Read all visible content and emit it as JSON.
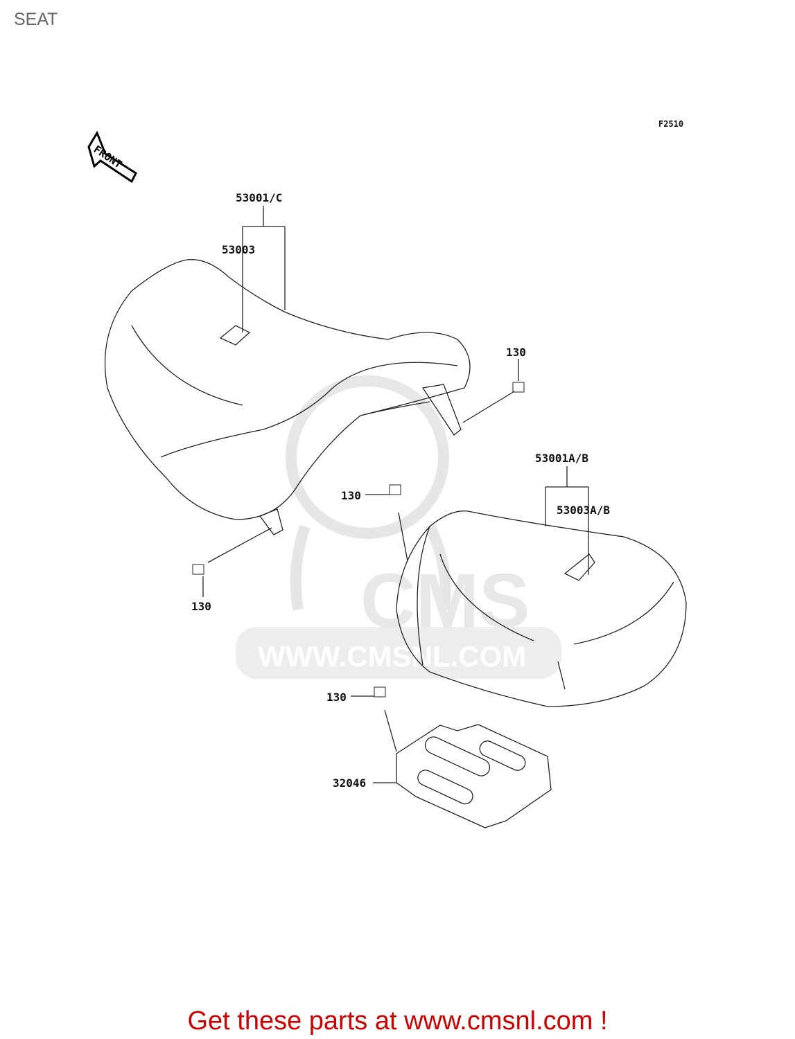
{
  "header": {
    "title": "SEAT"
  },
  "diagram": {
    "figure_code": "F2510",
    "front_arrow": "FRONT",
    "watermark": "WWW.CMSNL.COM",
    "callouts": [
      {
        "part": "53001/C"
      },
      {
        "part": "53003"
      },
      {
        "part": "130"
      },
      {
        "part": "53001A/B"
      },
      {
        "part": "53003A/B"
      },
      {
        "part": "130"
      },
      {
        "part": "130"
      },
      {
        "part": "130"
      },
      {
        "part": "32046"
      }
    ]
  },
  "footer": {
    "text": "Get these parts at www.cmsnl.com !",
    "color": "#cc0000"
  }
}
